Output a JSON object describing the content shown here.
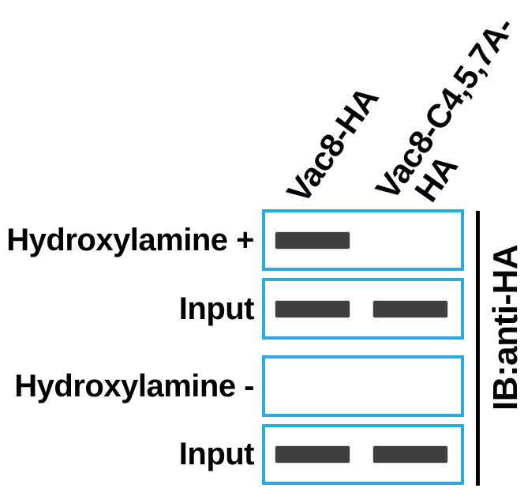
{
  "colors": {
    "accent": "#29ABE2",
    "band": "#3F3F3F",
    "ink": "#000000",
    "background": "#FFFFFF"
  },
  "column_labels": [
    {
      "name": "Vac8-HA",
      "lines": [
        "Vac8-HA"
      ]
    },
    {
      "name": "Vac8-C4,5,7A-HA",
      "lines": [
        "Vac8-C4,5,7A-",
        "HA"
      ]
    }
  ],
  "rows": [
    {
      "label": "Hydroxylamine +",
      "bands": [
        true,
        false
      ]
    },
    {
      "label": "Input",
      "bands": [
        true,
        true
      ]
    },
    {
      "label": "Hydroxylamine -",
      "bands": [
        false,
        false
      ]
    },
    {
      "label": "Input",
      "bands": [
        true,
        true
      ]
    }
  ],
  "side_label": "IB:anti-HA"
}
